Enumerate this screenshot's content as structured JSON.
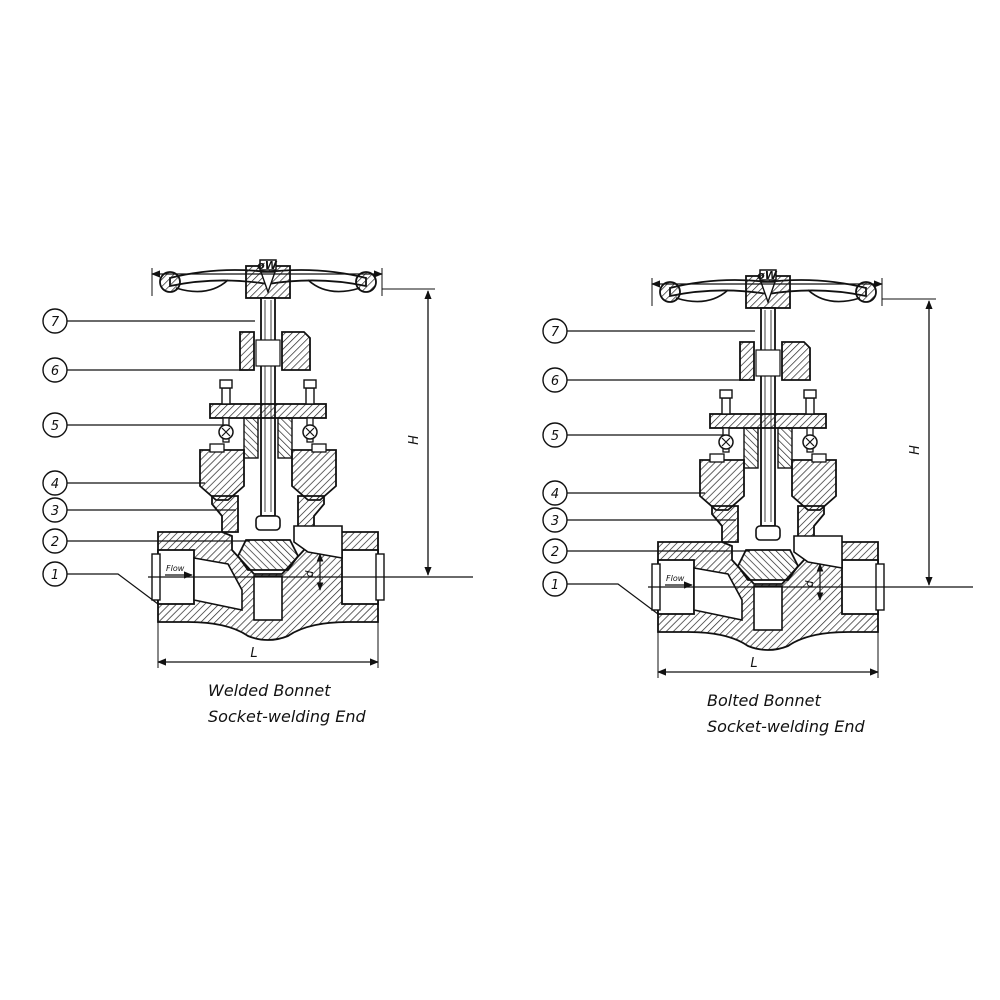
{
  "views": [
    {
      "id": "welded",
      "caption_line1": "Welded Bonnet",
      "caption_line2": "Socket-welding End",
      "dim_w": "øW",
      "dim_h": "H",
      "dim_l": "L",
      "dim_d": "d",
      "flow_label": "Flow",
      "balloons": [
        "7",
        "6",
        "5",
        "4",
        "3",
        "2",
        "1"
      ]
    },
    {
      "id": "bolted",
      "caption_line1": "Bolted Bonnet",
      "caption_line2": "Socket-welding End",
      "dim_w": "øW",
      "dim_h": "H",
      "dim_l": "L",
      "dim_d": "d",
      "flow_label": "Flow",
      "balloons": [
        "7",
        "6",
        "5",
        "4",
        "3",
        "2",
        "1"
      ]
    }
  ],
  "colors": {
    "line": "#111111",
    "hatch": "#222222",
    "background": "#ffffff"
  }
}
